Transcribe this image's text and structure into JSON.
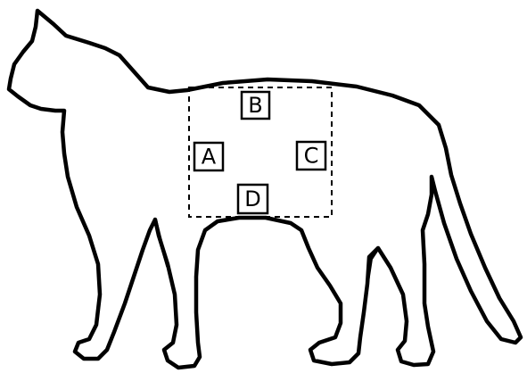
{
  "figure": {
    "subject": "cat-silhouette",
    "labels": {
      "a": "A",
      "b": "B",
      "c": "C",
      "d": "D"
    },
    "colors": {
      "line": "#000000",
      "background": "#ffffff"
    }
  }
}
